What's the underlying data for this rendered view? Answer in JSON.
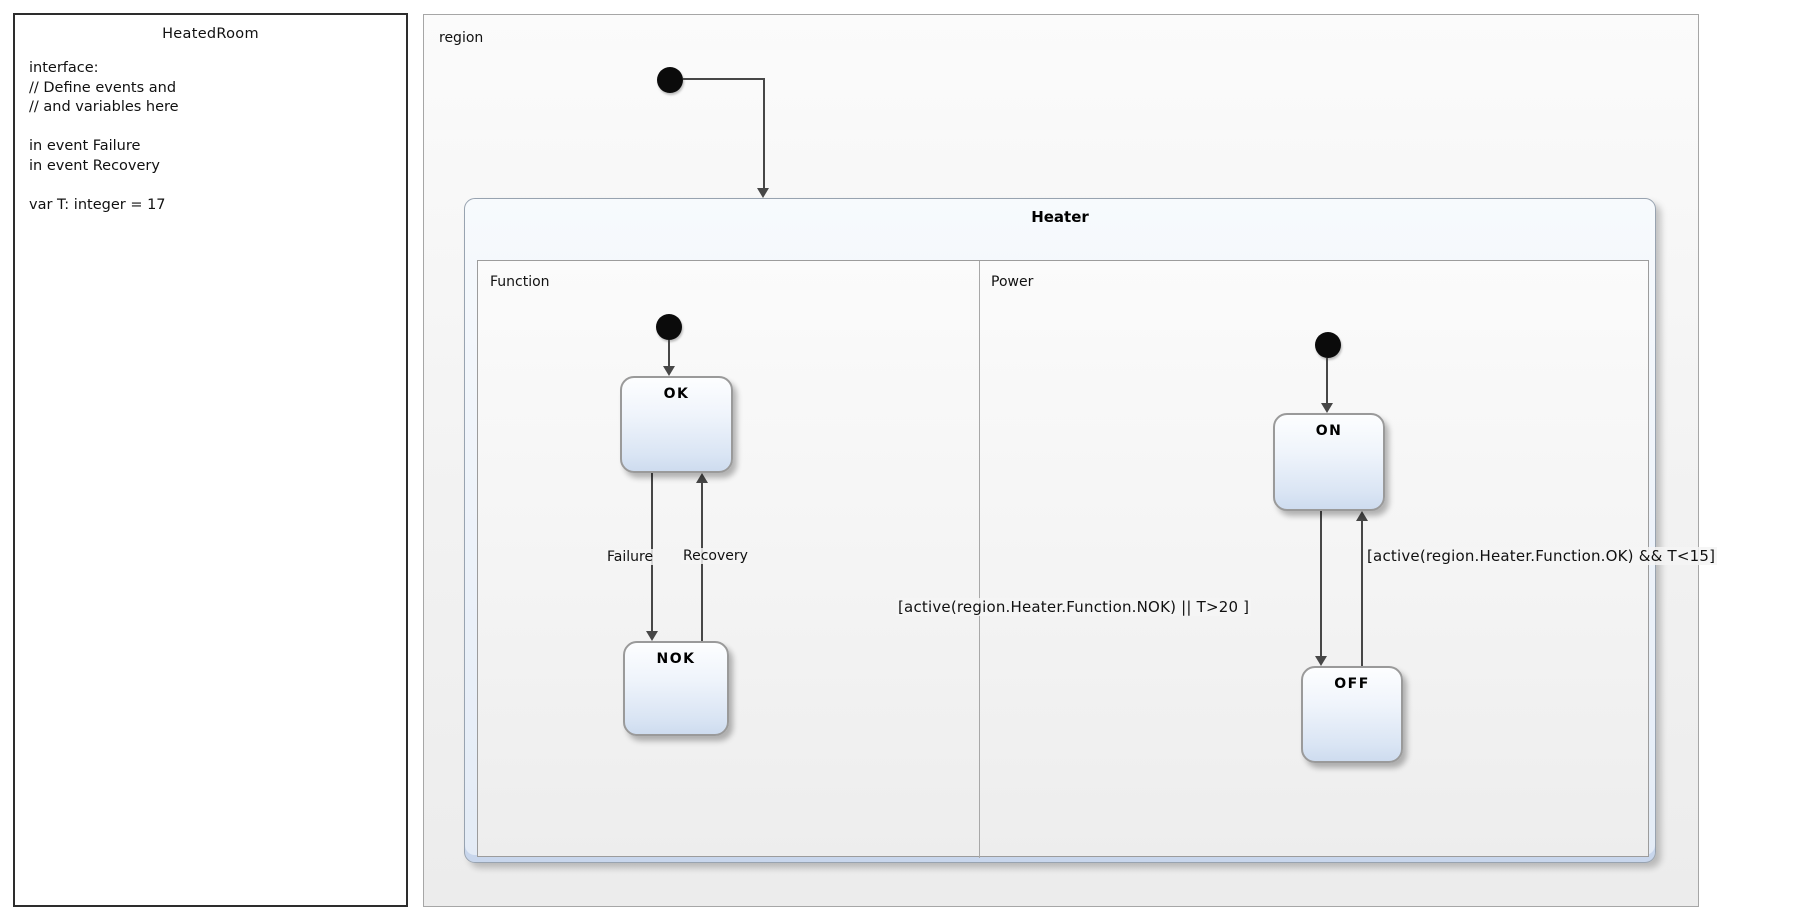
{
  "declaration_panel": {
    "title": "HeatedRoom",
    "lines": [
      "interface:",
      "// Define events and",
      "// and variables here",
      "",
      "in event Failure",
      "in event Recovery",
      "",
      "var T: integer = 17"
    ]
  },
  "canvas": {
    "region_label": "region",
    "heater": {
      "title": "Heater",
      "function_region": {
        "label": "Function",
        "states": {
          "ok": "OK",
          "nok": "NOK"
        },
        "transitions": {
          "failure": "Failure",
          "recovery": "Recovery"
        }
      },
      "power_region": {
        "label": "Power",
        "states": {
          "on": "ON",
          "off": "OFF"
        },
        "transitions": {
          "on_to_off": "[active(region.Heater.Function.NOK) || T>20 ]",
          "off_to_on": "[active(region.Heater.Function.OK) && T<15]"
        }
      }
    }
  },
  "colors": {
    "state_fill_top": "#fdfeff",
    "state_fill_bottom": "#cedcef",
    "heater_band": "#c8d6ec",
    "connector": "#474747",
    "canvas_bg": "#f1f1f1"
  }
}
